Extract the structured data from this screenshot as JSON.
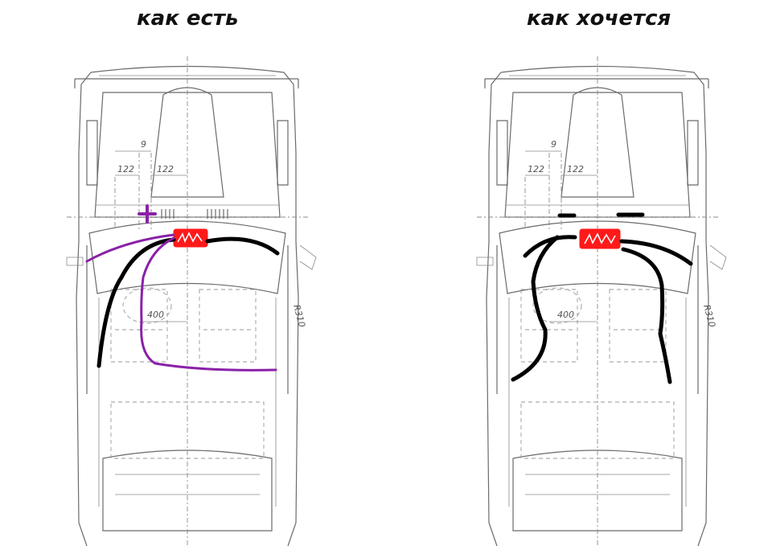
{
  "titles": {
    "left": "как есть",
    "right": "как хочется"
  },
  "dimensions": {
    "top": "9",
    "left_width": "122",
    "right_width": "122",
    "depth": "400",
    "radius": "R310"
  },
  "colors": {
    "drawing_lines": "#6b6b6b",
    "wire_black": "#000000",
    "wire_purple": "#8a21a8",
    "head_unit": "#ff1a1a"
  }
}
